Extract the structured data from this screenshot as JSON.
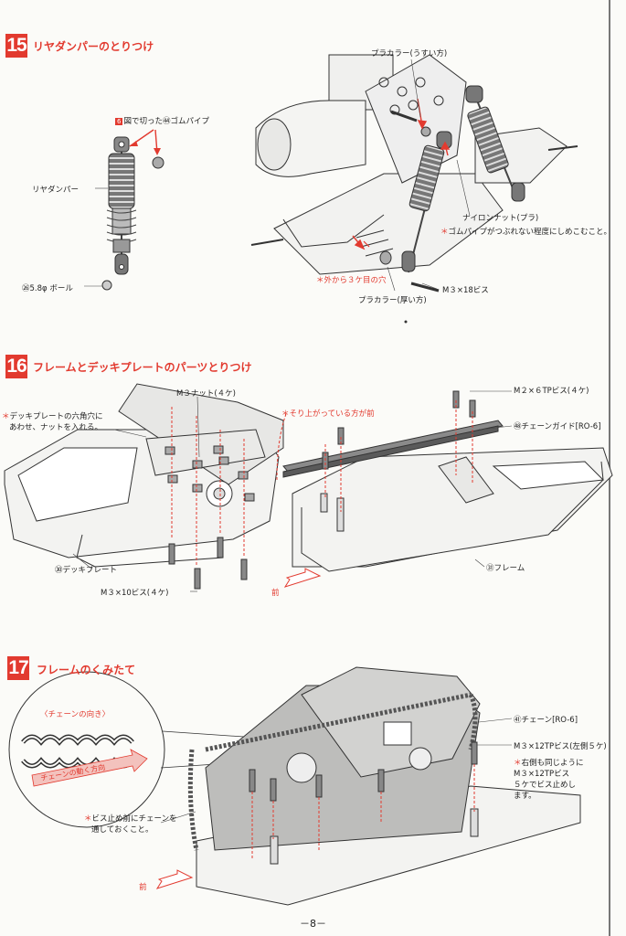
{
  "colors": {
    "accent": "#e23a2f",
    "ink": "#222222",
    "part_gray": "#9a9a9a",
    "part_dark": "#5a5a5a"
  },
  "step15": {
    "number": "15",
    "title": "リヤダンパーのとりつけ",
    "note_badge": "6",
    "note_text": "図で切った",
    "note_partno": "㊹",
    "note_part": "ゴムパイプ",
    "label_damper": "リヤダンパー",
    "label_ball": "㉖5.8φ ボール",
    "label_collar_thin": "プラカラー(うすい方)",
    "label_nylon_nut": "ナイロンナット(プラ)",
    "note_rubber": "ゴムパイプがつぶれない程度にしめこむこと。",
    "note_hole": "外から３ケ目の穴",
    "label_collar_thick": "プラカラー(厚い方)",
    "label_screw": "M３×18ビス"
  },
  "step16": {
    "number": "16",
    "title": "フレームとデッキプレートのパーツとりつけ",
    "label_m3nut": "M３ナット(４ケ)",
    "note_hex_line1": "デッキプレートの六角穴に",
    "note_hex_line2": "あわせ、ナットを入れる。",
    "note_front_up": "そり上がっている方が前",
    "label_m2screw": "M２×６TPビス(４ケ)",
    "label_chain_guide": "㊽チェーンガイド[RO-6]",
    "label_deck": "㉚デッキプレート",
    "label_m3screw": "M３×10ビス(４ケ)",
    "label_frame": "㉛フレーム",
    "label_front": "前"
  },
  "step17": {
    "number": "17",
    "title": "フレームのくみたて",
    "inset_title": "〈チェーンの向き〉",
    "inset_arrow_label": "チェーンの動く方向",
    "label_chain": "㊶チェーン[RO-6]",
    "label_m3tp": "M３×12TPビス(左側５ケ)",
    "note_right_line1": "右側も同じように",
    "note_right_line2": "M３×12TPビス",
    "note_right_line3": "５ケでビス止めし",
    "note_right_line4": "ます。",
    "note_chain_line1": "ビス止め前にチェーンを",
    "note_chain_line2": "通しておくこと。",
    "label_front": "前"
  },
  "page_number": "－8－"
}
